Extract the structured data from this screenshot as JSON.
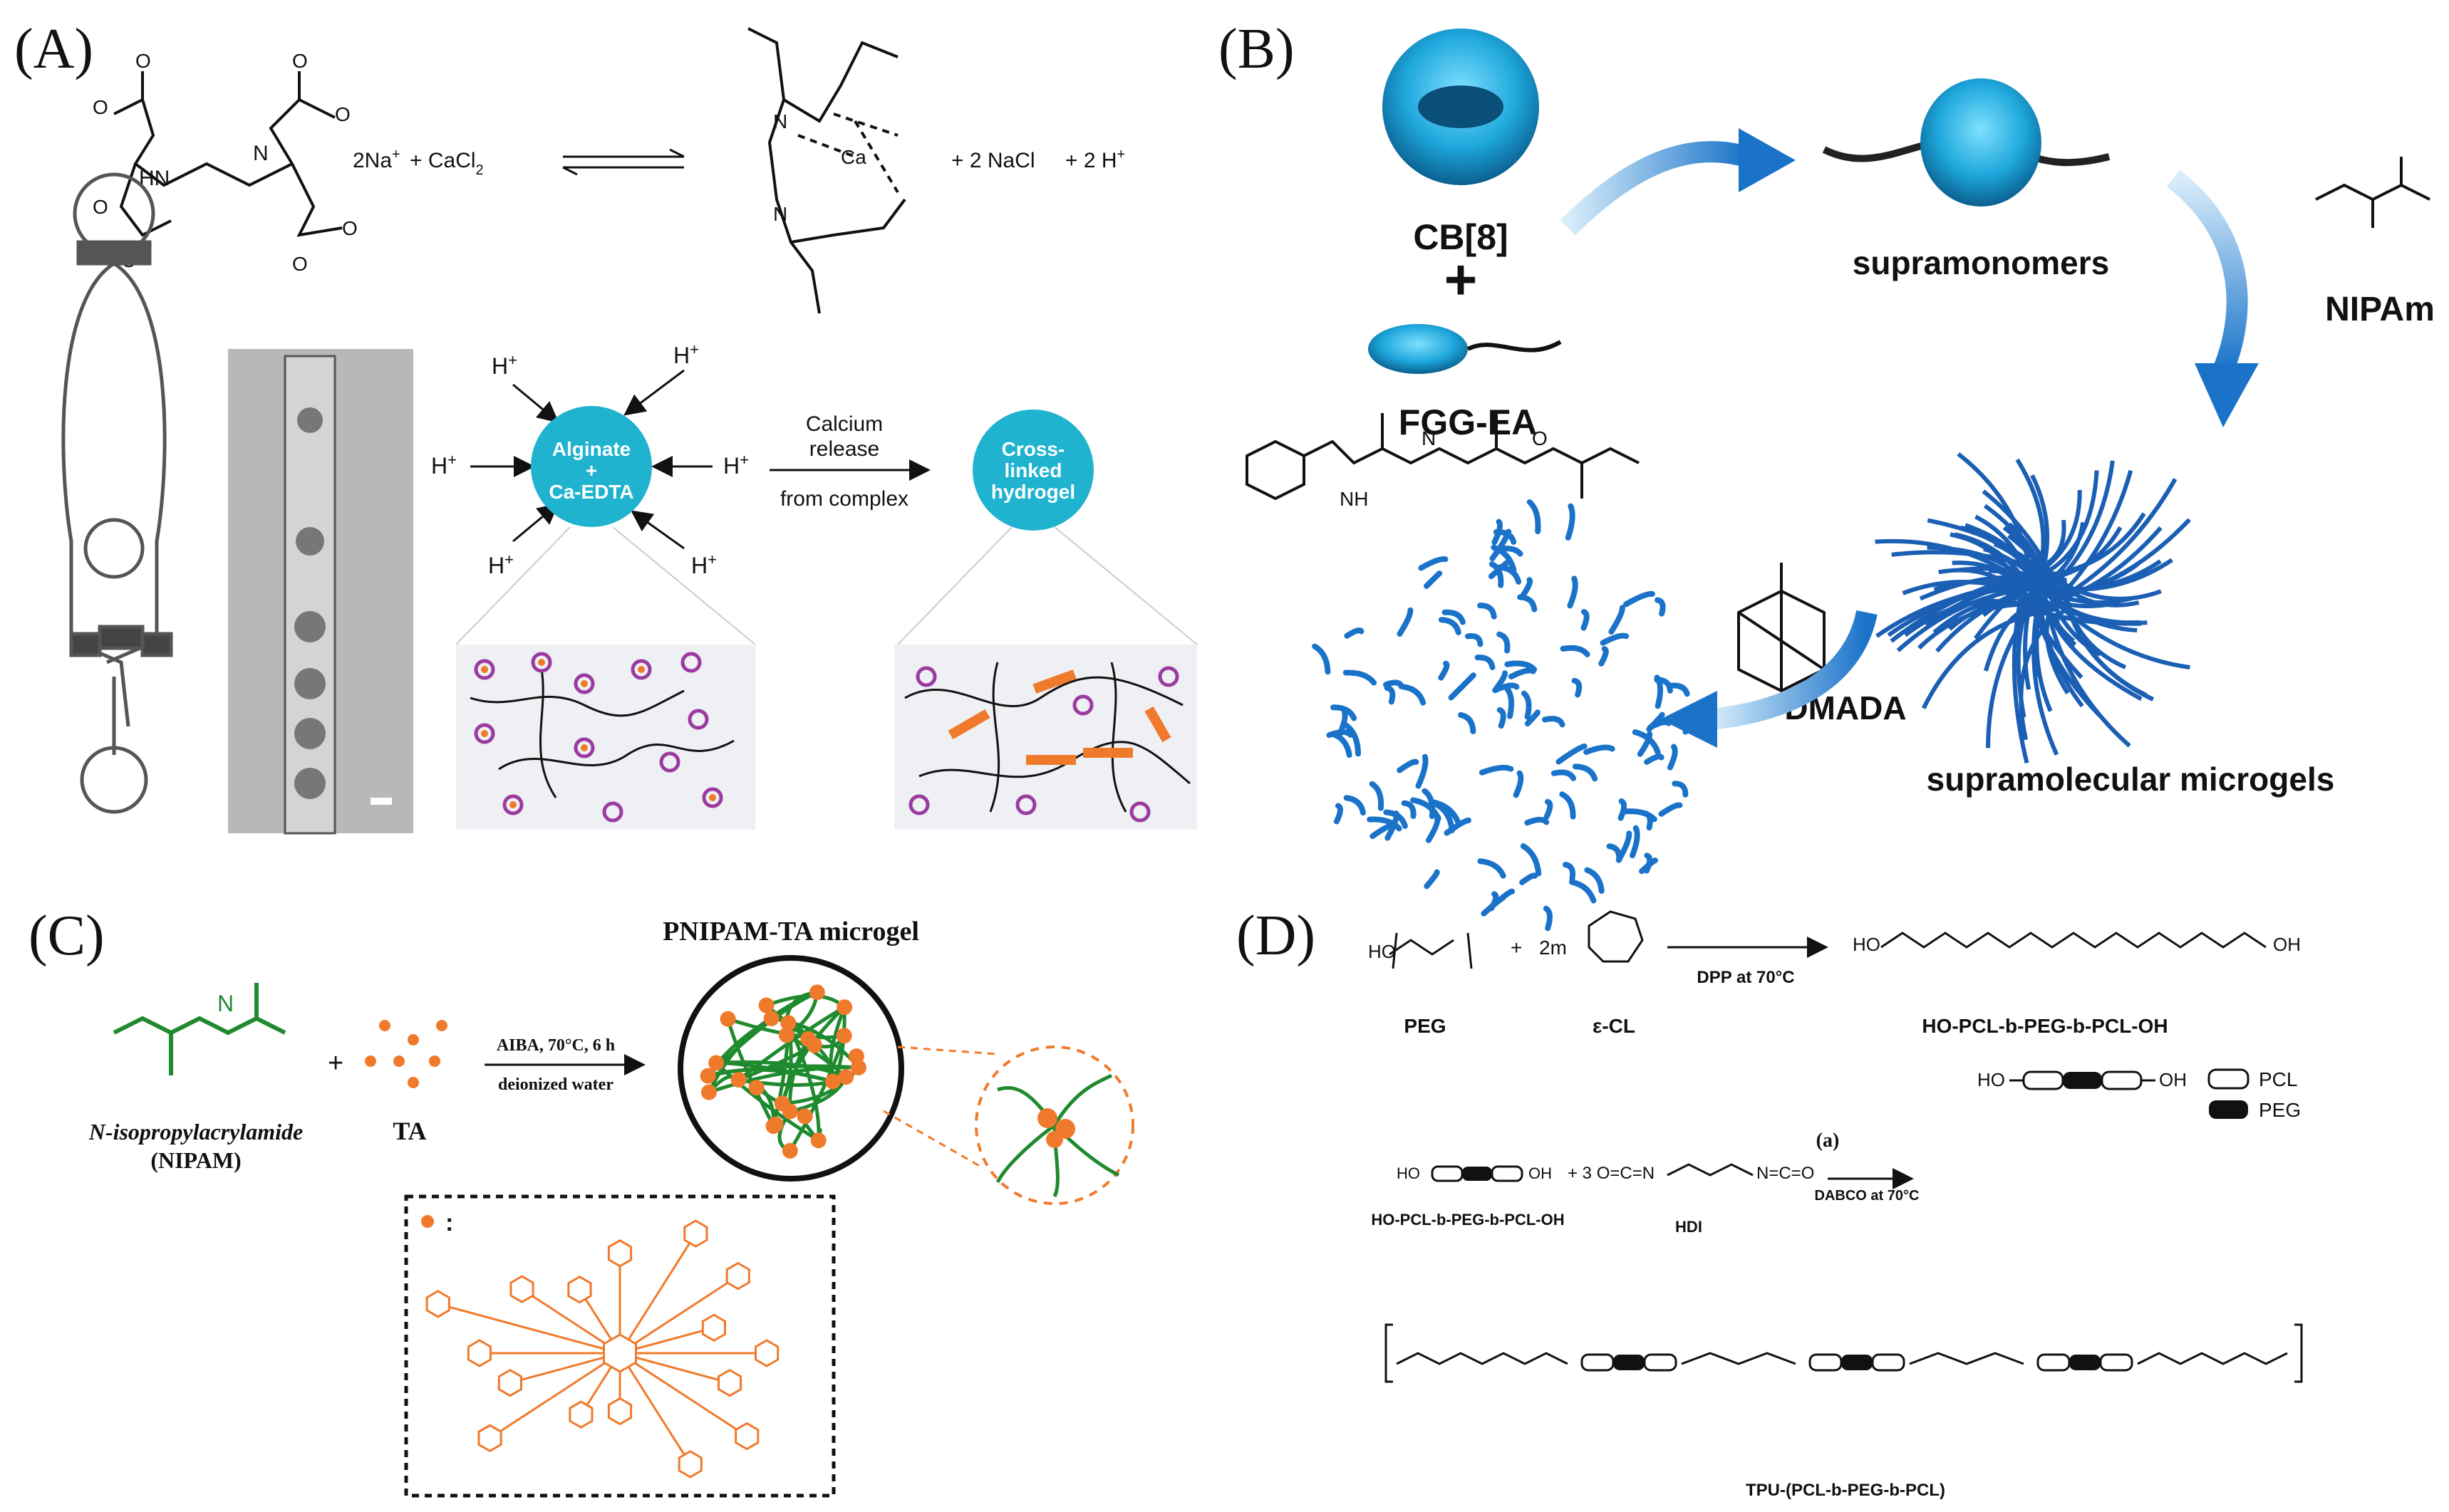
{
  "panels": {
    "A": {
      "label": "(A)",
      "equation": {
        "na": "2Na",
        "na_sup": "+",
        "cacl2": "+ CaCl",
        "cacl2_sub": "2",
        "nacl": "+ 2 NaCl",
        "h": "+ 2 H",
        "h_sup": "+"
      },
      "hplus": "H",
      "hplus_sup": "+",
      "alginate_circle": [
        "Alginate",
        "+",
        "Ca-EDTA"
      ],
      "calcium_release": [
        "Calcium",
        "release"
      ],
      "from_complex": "from complex",
      "hydrogel_circle": [
        "Cross-",
        "linked",
        "hydrogel"
      ],
      "colors": {
        "circle": "#1fb3cf",
        "purple": "#9b3aa0",
        "orange": "#f07a2b"
      }
    },
    "B": {
      "label": "(B)",
      "cb8": "CB[8]",
      "plus": "+",
      "fgg_ea": "FGG-EA",
      "supramonomers": "supramonomers",
      "nipam": "NIPAm",
      "dmada": "DMADA",
      "supramolecular_microgels": "supramolecular microgels",
      "colors": {
        "blue": "#1a73c9",
        "cyan": "#21a6e0"
      }
    },
    "C": {
      "label": "(C)",
      "title": "PNIPAM-TA microgel",
      "nipam_name": "N-isopropylacrylamide",
      "nipam_abbr": "(NIPAM)",
      "ta": "TA",
      "condition_top": "AIBA, 70°C, 6 h",
      "condition_bottom": "deionized water",
      "legend": ":",
      "colors": {
        "green": "#1f8a2e",
        "orange": "#f07a2b"
      }
    },
    "D": {
      "label": "(D)",
      "peg": "PEG",
      "ecl": "ε-CL",
      "two_m": "2m",
      "dpp": "DPP at 70°C",
      "hopcl": "HO-PCL-b-PEG-b-PCL-OH",
      "legend_pcl": "PCL",
      "legend_peg": "PEG",
      "a_label": "(a)",
      "hdi": "HDI",
      "dabco": "DABCO at 70°C",
      "hdi_formula": "+ 3 O=C=N",
      "hdi_end": "N=C=O",
      "tpu": "TPU-(PCL-b-PEG-b-PCL)"
    }
  }
}
